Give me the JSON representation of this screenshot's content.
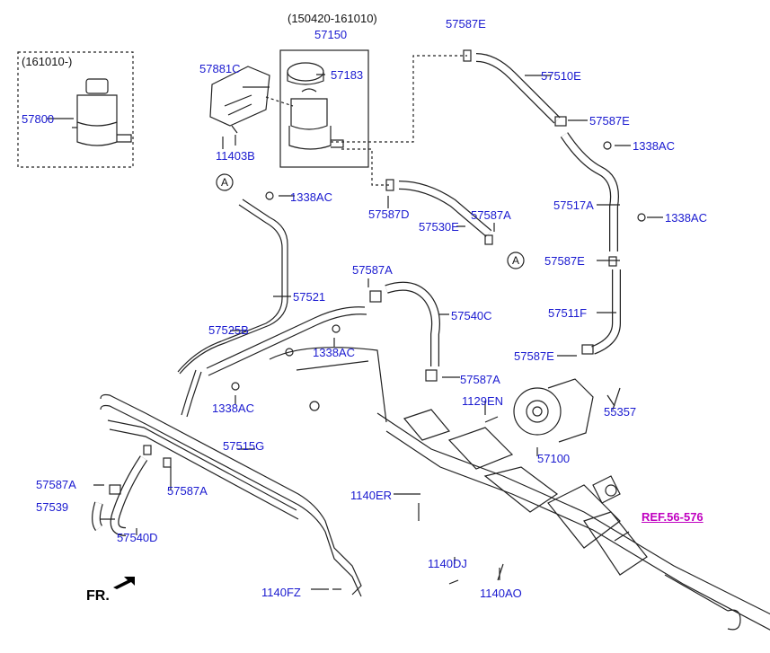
{
  "diagram": {
    "header_range": "(150420-161010)",
    "inset_range": "(161010-)",
    "fr_label": "FR.",
    "ref_label": "REF.56-576",
    "circle_marker": "A",
    "parts": {
      "p57150": "57150",
      "p57183": "57183",
      "p57881C": "57881C",
      "p11403B": "11403B",
      "p57800": "57800",
      "p57587E_top": "57587E",
      "p57510E": "57510E",
      "p57587E_r1": "57587E",
      "p1338AC_r1": "1338AC",
      "p57517A": "57517A",
      "p1338AC_r2": "1338AC",
      "p57587E_r2": "57587E",
      "p57511F": "57511F",
      "p57587E_r3": "57587E",
      "p1129EN": "1129EN",
      "p55357": "55357",
      "p57100": "57100",
      "p1338AC_l1": "1338AC",
      "p57587D": "57587D",
      "p57530E": "57530E",
      "p57587A_1": "57587A",
      "p57587A_2": "57587A",
      "p57540C": "57540C",
      "p57521": "57521",
      "p57525B": "57525B",
      "p1338AC_m": "1338AC",
      "p57587A_3": "57587A",
      "p1338AC_l2": "1338AC",
      "p57515G": "57515G",
      "p57587A_4": "57587A",
      "p57587A_5": "57587A",
      "p57539": "57539",
      "p57540D": "57540D",
      "p1140ER": "1140ER",
      "p1140DJ": "1140DJ",
      "p1140AO": "1140AO",
      "p1140FZ": "1140FZ"
    }
  }
}
